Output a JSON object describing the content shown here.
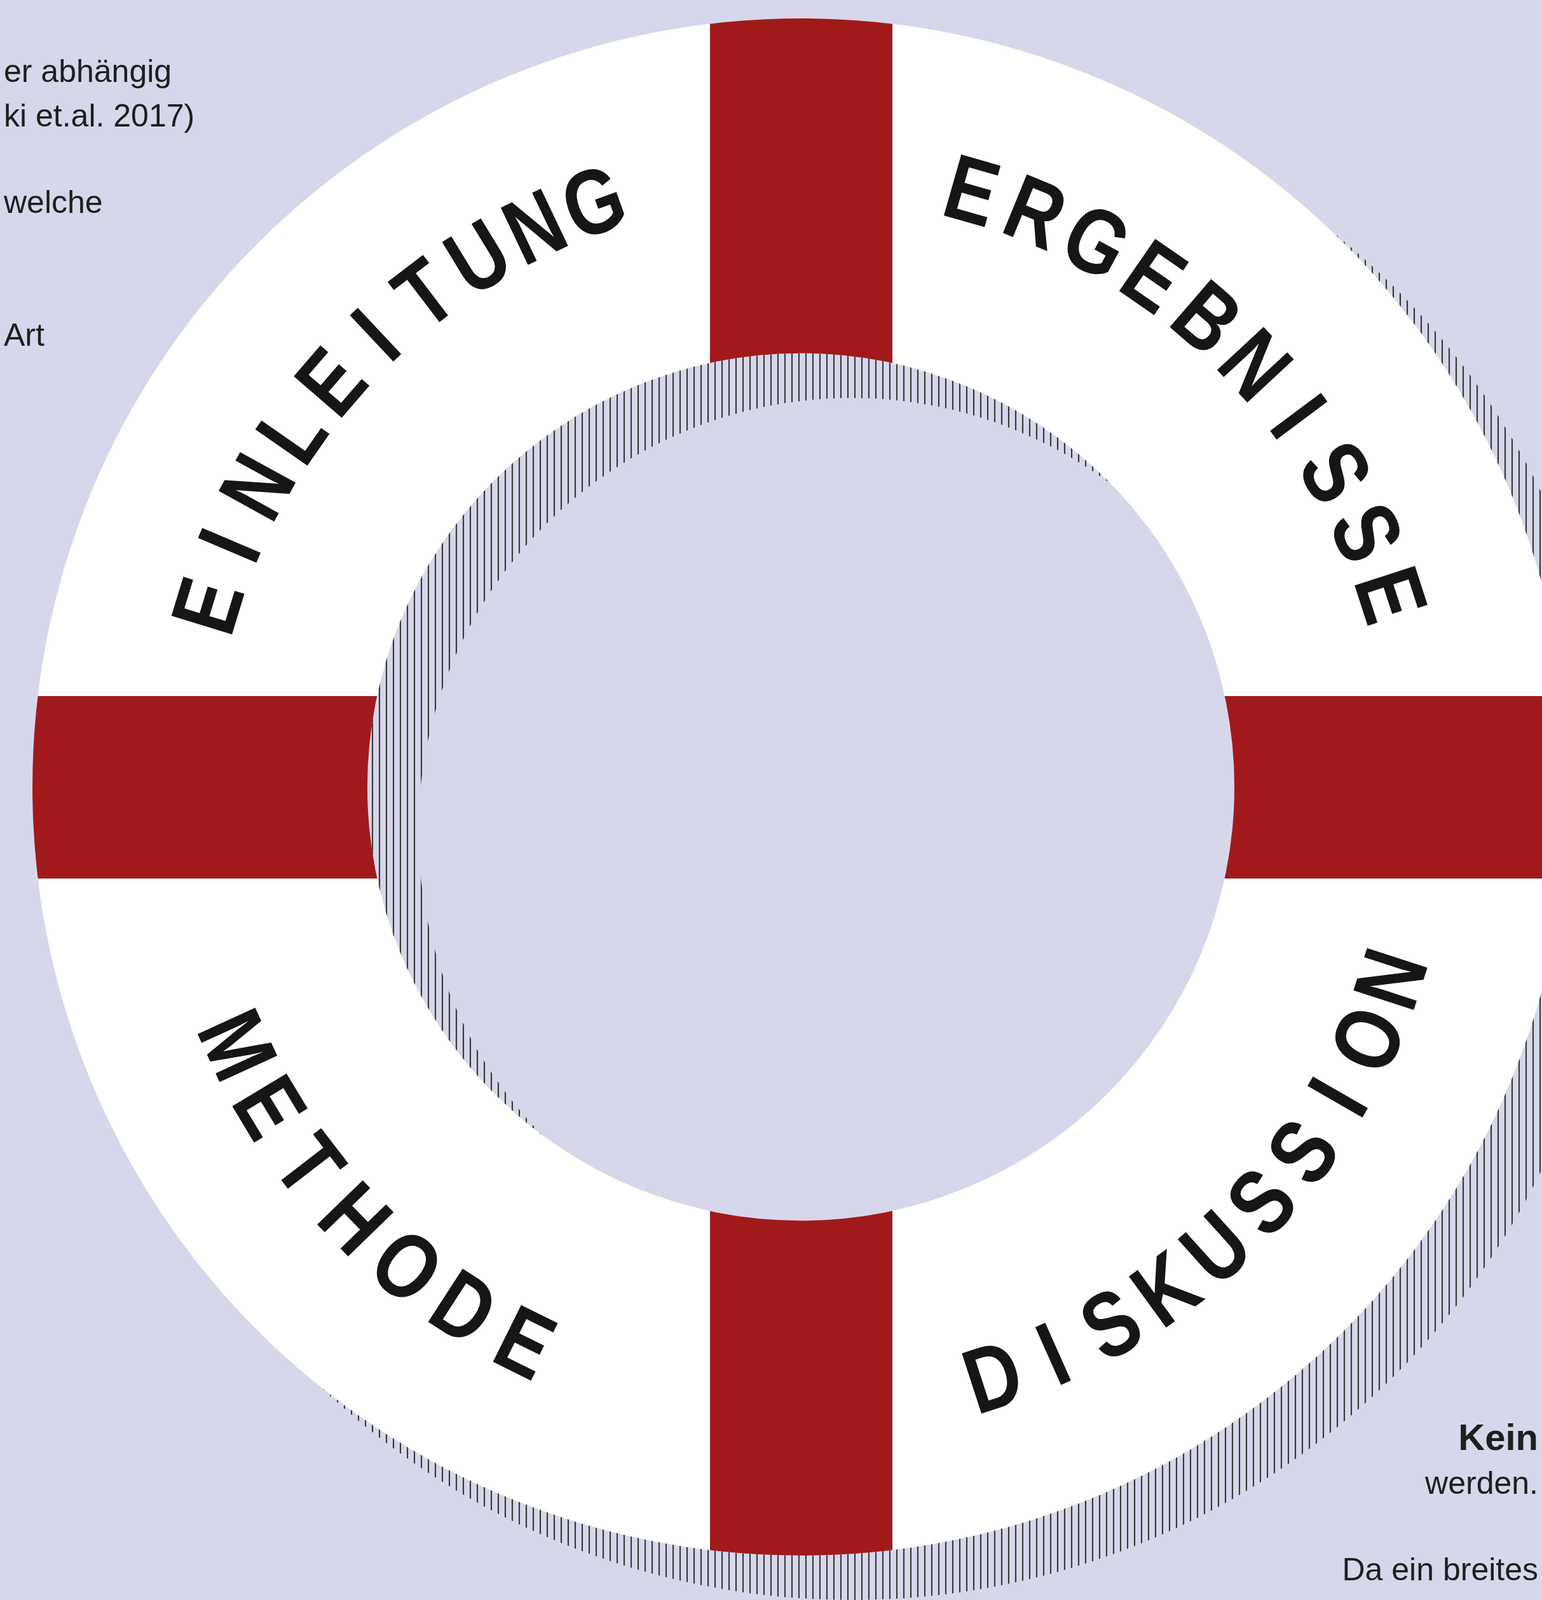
{
  "diagram": {
    "labels": [
      "er abhängig",
      "ki et.al. 2017)",
      "welche",
      "Art",
      "EINLEITUNG",
      "ERGEBNISSE",
      "METHODE",
      "DISKUSSION",
      "Kein",
      "werden.",
      "Da ein breites"
    ]
  }
}
